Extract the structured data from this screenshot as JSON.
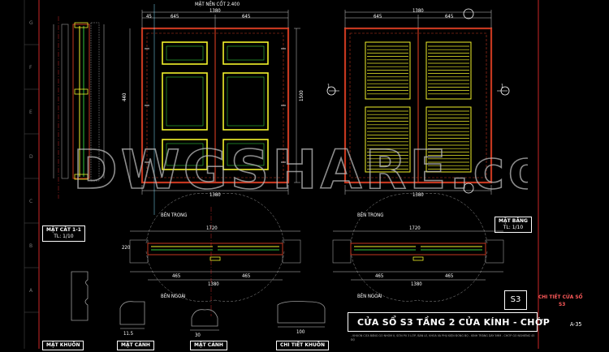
{
  "drawing": {
    "title": "CỬA SỔ S3 TẦNG 2 CỬA KÍNH - CHỚP",
    "sheet_code": "S3",
    "sheet_number": "A-35",
    "detail_caption": "CHI TIẾT CỬA SỔ",
    "detail_caption_code": "S3",
    "watermark": "DWGSHARE.com",
    "notes": "- KHUÔN CỬA BẰNG GỖ NHÓM II, SƠN PU 3 LỚP, BẢN LỀ, KHOÁ VÀ PHỤ KIỆN ĐỒNG BỘ - KÍNH TRẮNG DÀY 5MM - CHỚP GỖ NGHIÊNG 45 ĐỘ"
  },
  "labels": {
    "section_1_1": "MẶT CẮT 1-1",
    "section_1_1_scale": "TL: 1/10",
    "plan": "MẶT BẰNG",
    "plan_scale": "TL: 1/10",
    "frame_profile": "MẶT KHUÔN",
    "sash_profile": "MẶT CÁNH",
    "frame_detail": "CHI TIẾT KHUÔN",
    "section_mark": "1",
    "top_note": "MẶT NỀN CỐT 2.400",
    "inside": "BÊN TRONG",
    "outside": "BÊN NGOÀI"
  },
  "dimensions": {
    "overall_width": "1380",
    "leaf_width": "645",
    "frame_edge": "45",
    "plan_width": "1720",
    "plan_inner": "1380",
    "panel_width": "465",
    "wall_depth": "220",
    "profile_small": "11.5",
    "profile_mid": "30",
    "height_total": "1500",
    "height_panel": "440",
    "height_rail": "100"
  },
  "colors": {
    "background": "#000000",
    "frame_red": "#c4371f",
    "panel_yellow": "#f2f22a",
    "glass_green": "#32c83c",
    "dim_white": "#ffffff",
    "axis_red": "#ff3030",
    "hatch_gray": "#9a9a9a",
    "dim_cyan": "#7fdfff"
  },
  "icons": {
    "section_marker": "section-marker-icon",
    "level_marker": "level-marker-icon",
    "handle": "handle-icon"
  }
}
